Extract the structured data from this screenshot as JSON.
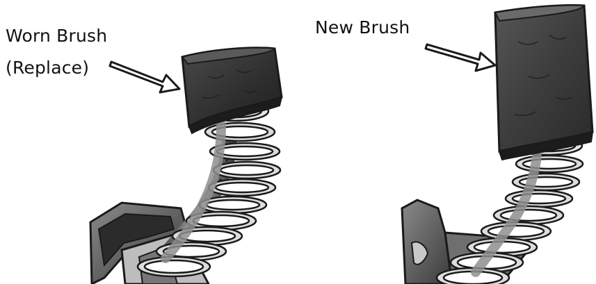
{
  "labels": {
    "worn_line1": "Worn Brush",
    "worn_line2": "(Replace)",
    "new": "New Brush"
  },
  "colors": {
    "background": "#ffffff",
    "outline": "#1a1a1a",
    "block_dark": "#3a3a3a",
    "block_mid": "#555555",
    "spring": "#d9d9d9",
    "arrow_fill": "#ffffff"
  },
  "icons": {
    "worn_arrow": "arrow-right-down-icon",
    "new_arrow": "arrow-right-down-icon"
  }
}
